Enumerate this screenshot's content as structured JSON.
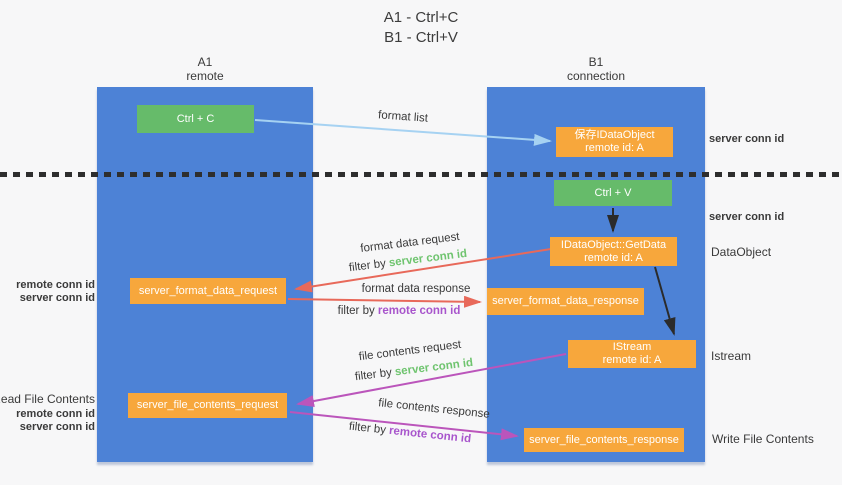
{
  "title": {
    "line1": "A1 - Ctrl+C",
    "line2": "B1 - Ctrl+V"
  },
  "columns": {
    "a1": {
      "name": "A1",
      "subtitle": "remote"
    },
    "b1": {
      "name": "B1",
      "subtitle": "connection"
    }
  },
  "nodes": {
    "ctrl_c": "Ctrl + C",
    "ctrl_v": "Ctrl + V",
    "save_idataobject": {
      "line1": "保存IDataObject",
      "line2": "remote id: A"
    },
    "getdata": {
      "line1": "IDataObject::GetData",
      "line2": "remote id: A"
    },
    "istream": {
      "line1": "IStream",
      "line2": "remote id: A"
    },
    "server_format_data_request": "server_format_data_request",
    "server_format_data_response": "server_format_data_response",
    "server_file_contents_request": "server_file_contents_request",
    "server_file_contents_response": "server_file_contents_response"
  },
  "arrow_labels": {
    "format_list": "format list",
    "format_data_request": "format data request",
    "format_data_response": "format data response",
    "file_contents_request": "file contents request",
    "file_contents_response": "file contents response",
    "filter_by": "filter by ",
    "server_conn_id": "server conn id",
    "remote_conn_id": "remote conn id"
  },
  "side_labels": {
    "server_conn_id_top": "server conn id",
    "server_conn_id_mid": "server conn id",
    "dataobject": "DataObject",
    "istream": "Istream",
    "write_file_contents": "Write File Contents",
    "read_file_contents": "Read File Contents",
    "remote_conn_id": "remote conn id",
    "server_conn_id": "server conn id"
  },
  "colors": {
    "column_blue": "#4d82d6",
    "green_box": "#66bb6a",
    "orange_box": "#f7a73c",
    "green_text": "#6fc46f",
    "purple_text": "#a855cc",
    "red_arrow": "#e8695a",
    "magenta_arrow": "#bb55bb",
    "light_blue_arrow": "#a6d2f2",
    "black_arrow": "#2b2b2b",
    "dark_text": "#3a3a3a"
  }
}
